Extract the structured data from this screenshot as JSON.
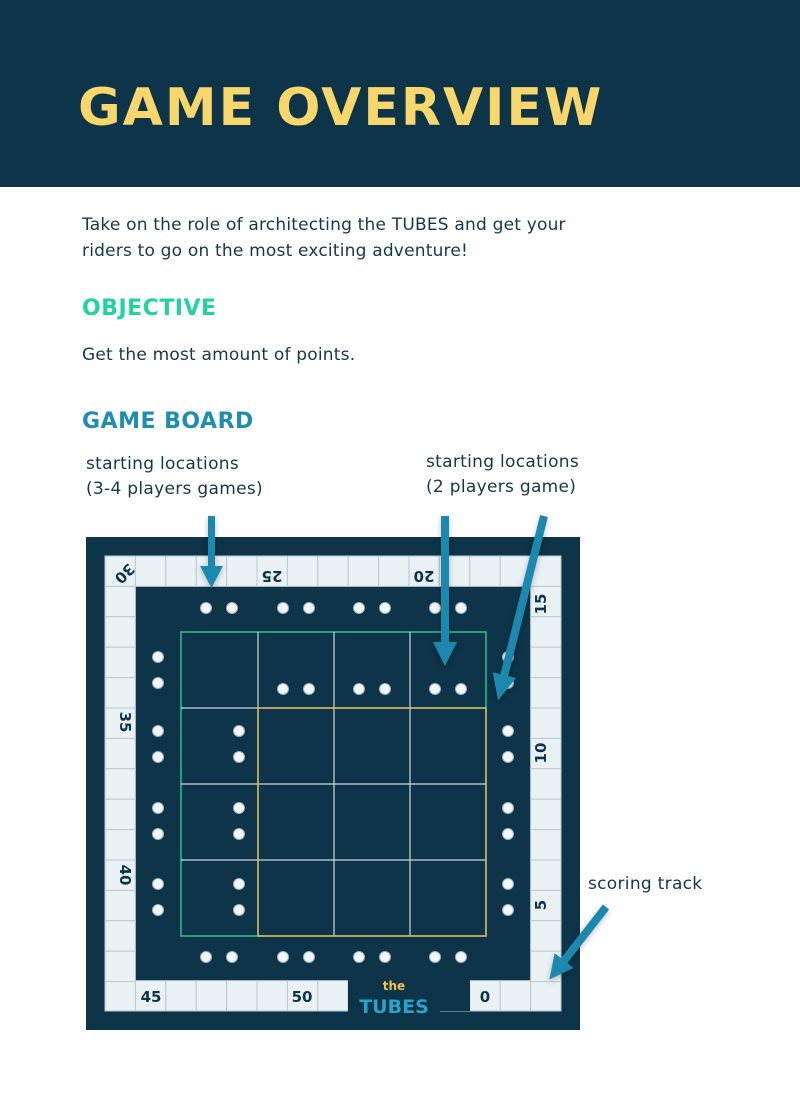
{
  "header": {
    "title": "GAME OVERVIEW"
  },
  "intro": "Take on the role of architecting the TUBES and get your riders to go on the most exciting adventure!",
  "intro_lines": [
    "Take on the role of architecting the TUBES and get your",
    "riders to go on the most exciting adventure!"
  ],
  "objective": {
    "heading": "OBJECTIVE",
    "text": "Get the most amount of points."
  },
  "game_board": {
    "heading": "GAME BOARD",
    "callouts": {
      "start_multi": [
        "starting locations",
        "(3-4 players games)"
      ],
      "start_two": [
        "starting locations",
        "(2 players game)"
      ],
      "scoring": "scoring track"
    },
    "track_numbers": {
      "top": [
        "30",
        "25",
        "20"
      ],
      "right": [
        "15",
        "10",
        "5"
      ],
      "bottom": [
        "45",
        "50",
        "0"
      ],
      "left": [
        "35",
        "40"
      ]
    },
    "logo": {
      "small": "the",
      "big": "TUBES"
    }
  },
  "colors": {
    "header_bg": "#0d3448",
    "title": "#f7d66b",
    "objective": "#22d3a1",
    "game_board": "#1f8cb1",
    "board_bg": "#0d3448",
    "arrow": "#1e88b0",
    "green_grid": "#35c08f",
    "yellow_grid": "#e0b85a"
  }
}
